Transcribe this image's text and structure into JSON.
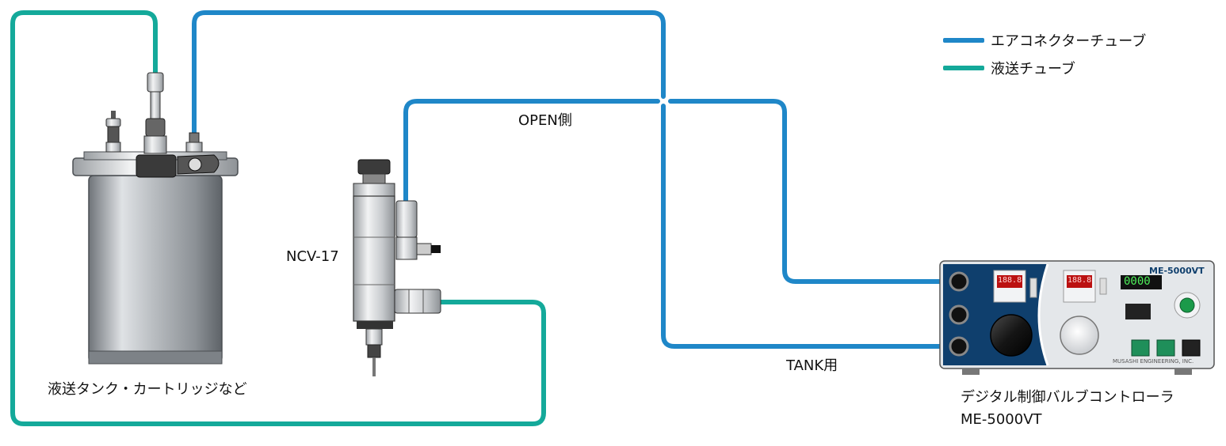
{
  "legend": {
    "air_tube": {
      "label": "エアコネクターチューブ",
      "color": "#1f87c8"
    },
    "liquid_tube": {
      "label": "液送チューブ",
      "color": "#14a99a"
    }
  },
  "labels": {
    "open_side": "OPEN側",
    "tank_use": "TANK用",
    "valve_model": "NCV-17",
    "tank": "液送タンク・カートリッジなど",
    "controller_line1": "デジタル制御バルブコントローラ",
    "controller_line2": "ME-5000VT"
  },
  "controller_panel": {
    "brand": "ME-5000VT",
    "counter": "0000",
    "maker": "MUSASHI ENGINEERING, INC.",
    "gauge_display": "188.8"
  },
  "colors": {
    "panel_navy": "#0f3f6d",
    "tank_steel": "#9ea3a8"
  }
}
